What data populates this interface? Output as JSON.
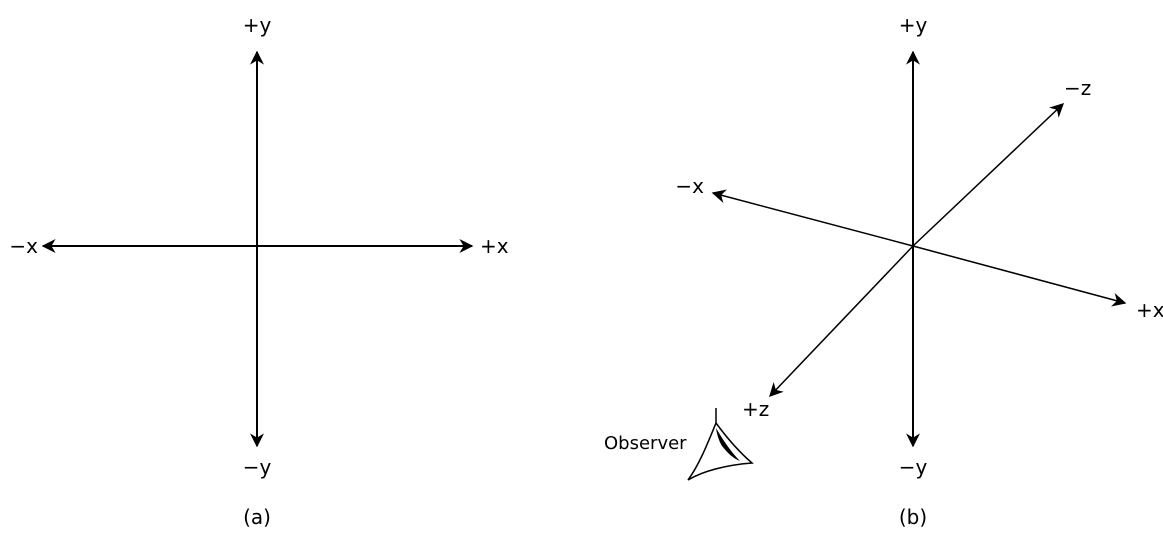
{
  "diagram_a": {
    "caption": "(a)",
    "labels": {
      "pos_y": "+y",
      "neg_y": "−y",
      "pos_x": "+x",
      "neg_x": "−x"
    }
  },
  "diagram_b": {
    "caption": "(b)",
    "labels": {
      "pos_y": "+y",
      "neg_y": "−y",
      "pos_x": "+x",
      "neg_x": "−x",
      "pos_z": "+z",
      "neg_z": "−z"
    },
    "observer_label": "Observer"
  }
}
